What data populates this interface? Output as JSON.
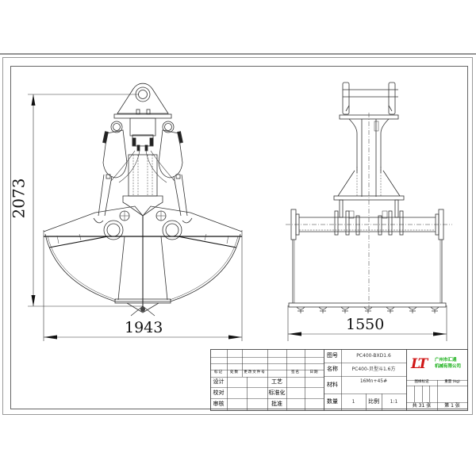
{
  "drawing": {
    "type": "engineering-drawing",
    "subject": "Hydraulic clamshell grab bucket",
    "views": [
      {
        "name": "front-view",
        "dimensions": {
          "height": "2073",
          "width": "1943"
        }
      },
      {
        "name": "side-view",
        "dimensions": {
          "width": "1550"
        },
        "tooth_count": 7
      }
    ]
  },
  "title_block": {
    "drawing_no_label": "图号",
    "drawing_no_value": "PC400-BXD1.6",
    "name_label": "名称",
    "name_value": "PC400-贝型斗1.6方",
    "material_label": "材料",
    "material_value": "16Mn+45#",
    "quantity_label": "数量",
    "quantity_value": "1",
    "scale_label": "比例",
    "scale_value": "1:1",
    "revision_headers": [
      "标记",
      "处数",
      "更改文件号",
      "签名",
      "日期"
    ],
    "signoff": {
      "design": "设计",
      "check": "校对",
      "review": "审核",
      "process": "工艺",
      "standardization": "标准化",
      "approve": "批准"
    },
    "stage_mark_label": "图样标记",
    "weight_label": "重量 (kg)",
    "sheets_total": "共 31 张",
    "sheet_current": "第 1 张",
    "company": {
      "logo_mark": "LT",
      "name_line1": "广州市汇通",
      "name_line2": "机械有限公司",
      "logo_color": "#d01818",
      "text_color": "#19b019"
    }
  }
}
